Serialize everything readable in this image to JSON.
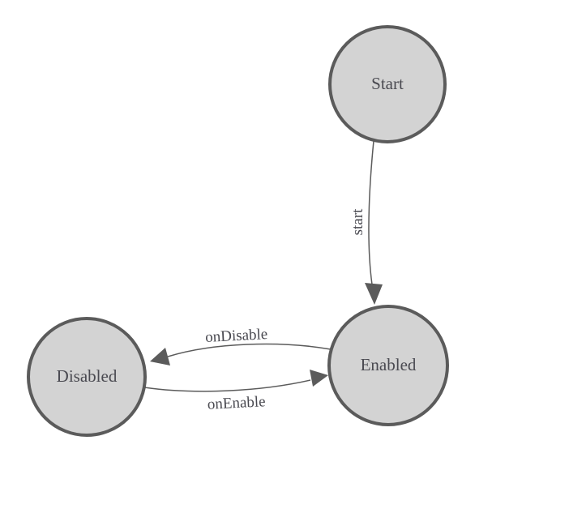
{
  "diagram": {
    "type": "state-machine",
    "nodes": [
      {
        "id": "start",
        "label": "Start"
      },
      {
        "id": "enabled",
        "label": "Enabled"
      },
      {
        "id": "disabled",
        "label": "Disabled"
      }
    ],
    "edges": [
      {
        "from": "Start",
        "to": "Enabled",
        "label": "start"
      },
      {
        "from": "Enabled",
        "to": "Disabled",
        "label": "onDisable"
      },
      {
        "from": "Disabled",
        "to": "Enabled",
        "label": "onEnable"
      }
    ]
  },
  "colors": {
    "background": "#ffffff",
    "node_fill": "#d3d3d3",
    "node_stroke": "#5b5b5b",
    "edge_stroke": "#5b5b5b",
    "label_text": "#4a4a51"
  }
}
